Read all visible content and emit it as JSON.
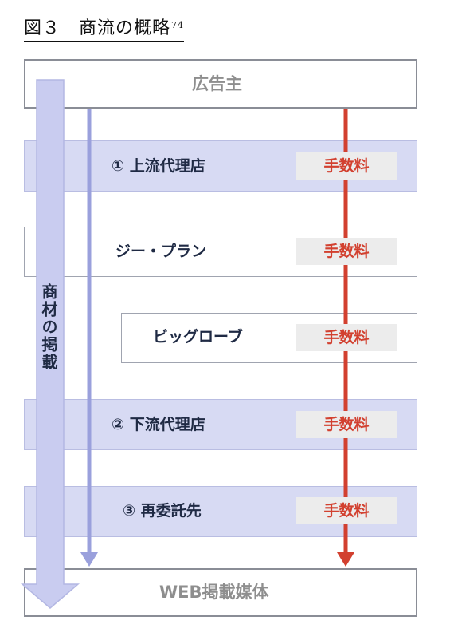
{
  "title": {
    "text": "図３　商流の概略",
    "footnote": "74"
  },
  "nodes": {
    "advertiser": "広告主",
    "upstream_agency": "① 上流代理店",
    "g_plan": "ジー・プラン",
    "biglobe": "ビッグローブ",
    "downstream_agency": "② 下流代理店",
    "subcontractor": "③ 再委託先",
    "web_media": "WEB掲載媒体"
  },
  "fee_label": "手数料",
  "vertical_label": "商材の掲載",
  "colors": {
    "blue_line": "#9aa0dc",
    "red_line": "#d2402f",
    "tint": "#d7daf3"
  }
}
